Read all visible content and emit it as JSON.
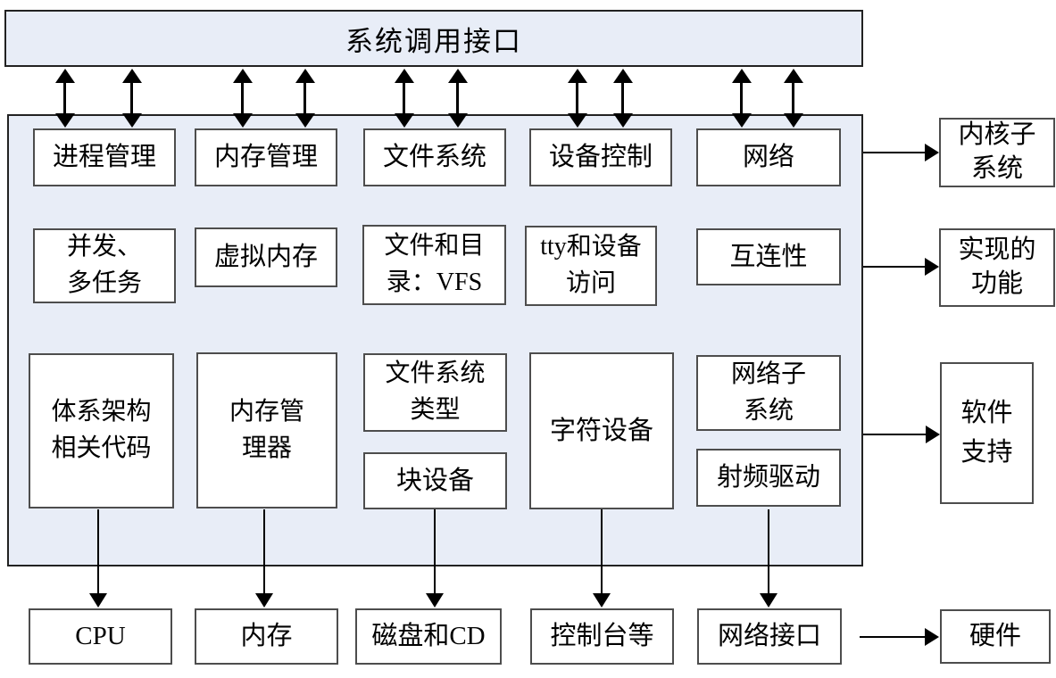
{
  "title_bar": "系统调用接口",
  "row1": {
    "process": "进程管理",
    "memory": "内存管理",
    "fs": "文件系统",
    "device": "设备控制",
    "network": "网络"
  },
  "row2": {
    "concurrency": "并发、\n多任务",
    "vmem": "虚拟内存",
    "vfs": "文件和目\n录：VFS",
    "tty": "tty和设备\n访问",
    "connectivity": "互连性"
  },
  "row3": {
    "arch": "体系架构\n相关代码",
    "memmgr": "内存管\n理器",
    "fstypes": "文件系统\n类型",
    "blockdev": "块设备",
    "chardev": "字符设备",
    "netsub": "网络子\n系统",
    "rfdrv": "射频驱动"
  },
  "hardware_row": {
    "cpu": "CPU",
    "memory": "内存",
    "disks": "磁盘和CD",
    "consoles": "控制台等",
    "netif": "网络接口"
  },
  "side_labels": {
    "kernel_subsystems": "内核子\n系统",
    "implemented_features": "实现的\n功能",
    "software_support": "软件\n支持",
    "hardware": "硬件"
  },
  "colors": {
    "panel_fill": "#e8edf7",
    "panel_border": "#222222",
    "box_border": "#4d4d4d",
    "arrow": "#000000"
  }
}
